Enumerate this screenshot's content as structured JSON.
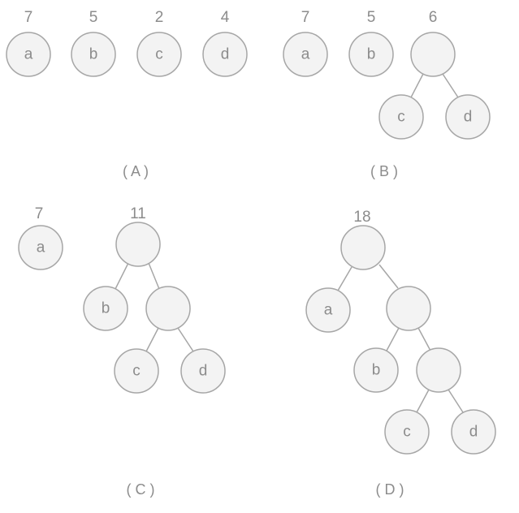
{
  "panels": {
    "A": {
      "caption": "( A )",
      "weights": {
        "a": "7",
        "b": "5",
        "c": "2",
        "d": "4"
      }
    },
    "B": {
      "caption": "( B )",
      "weights": {
        "a": "7",
        "b": "5",
        "cd": "6"
      }
    },
    "C": {
      "caption": "( C )",
      "weights": {
        "a": "7",
        "bcd": "11"
      }
    },
    "D": {
      "caption": "( D )",
      "weights": {
        "root": "18"
      }
    }
  },
  "leaves": {
    "a": "a",
    "b": "b",
    "c": "c",
    "d": "d"
  }
}
